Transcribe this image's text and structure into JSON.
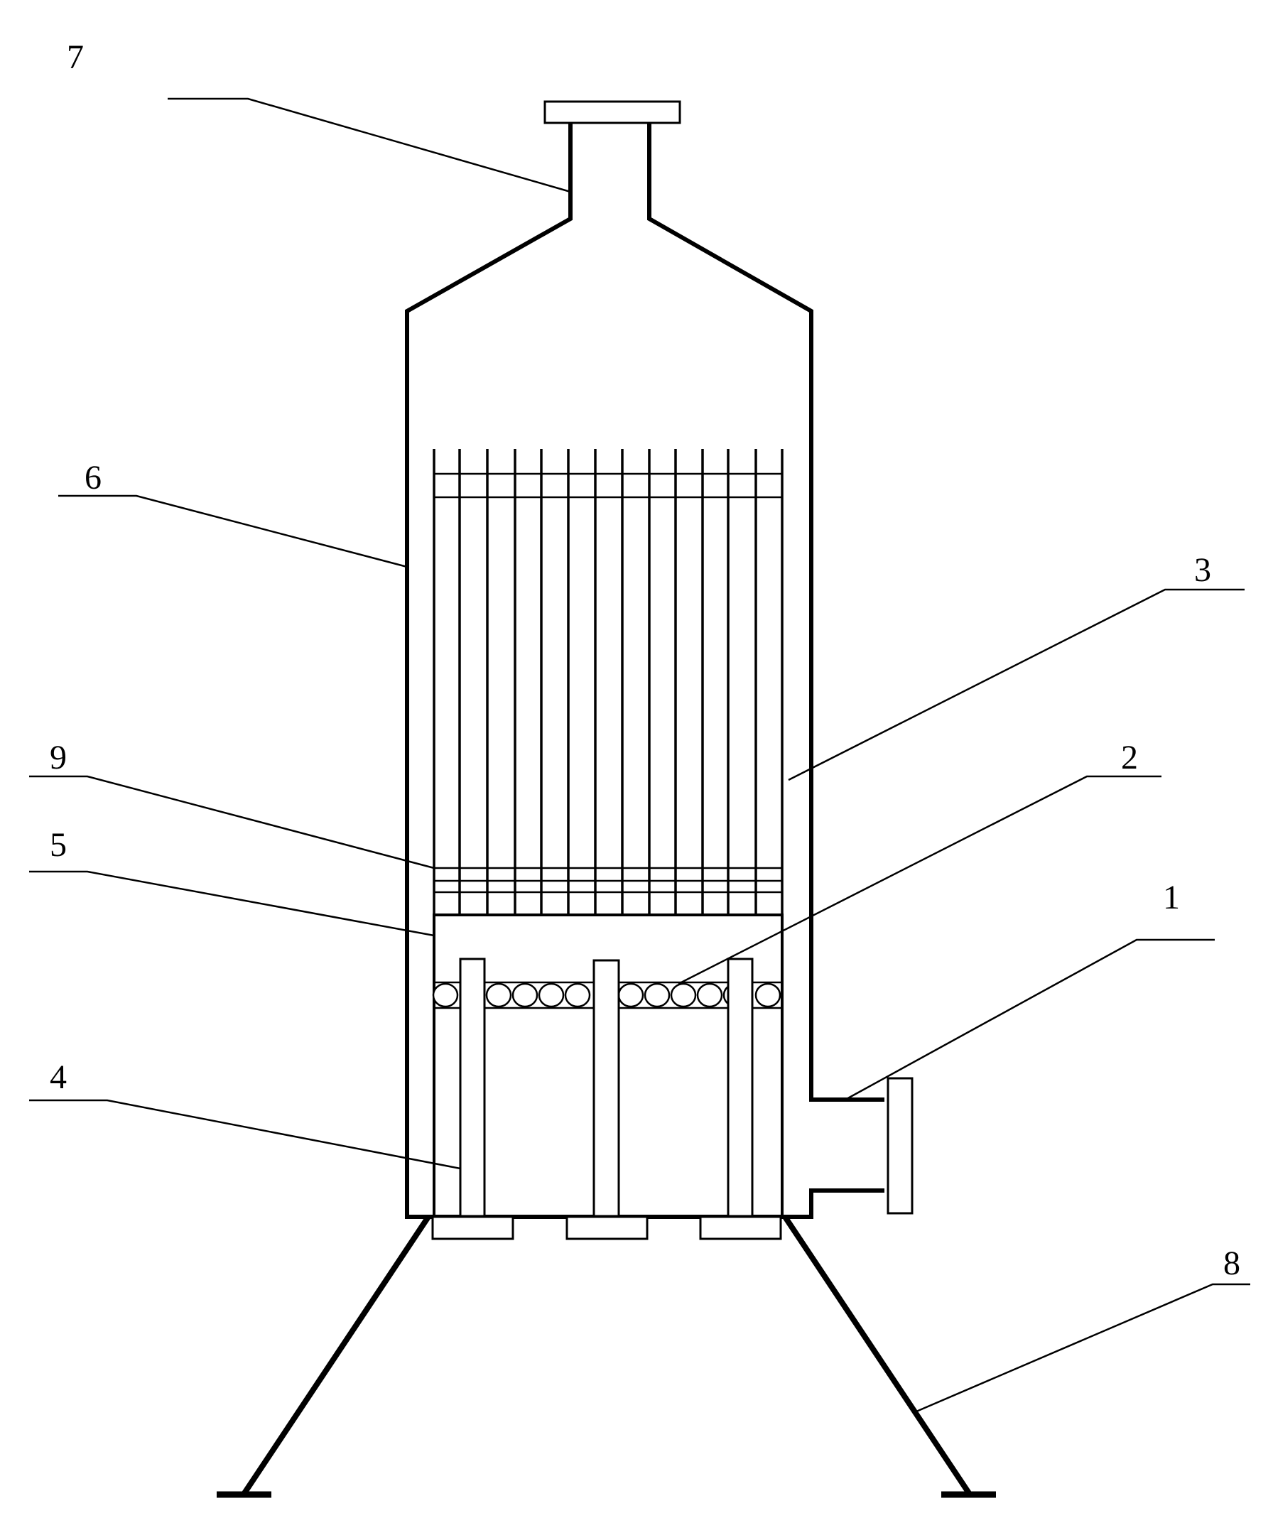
{
  "callouts": {
    "c1": "1",
    "c2": "2",
    "c3": "3",
    "c4": "4",
    "c5": "5",
    "c6": "6",
    "c7": "7",
    "c8": "8",
    "c9": "9"
  },
  "colors": {
    "stroke": "#000000",
    "background": "#ffffff"
  }
}
